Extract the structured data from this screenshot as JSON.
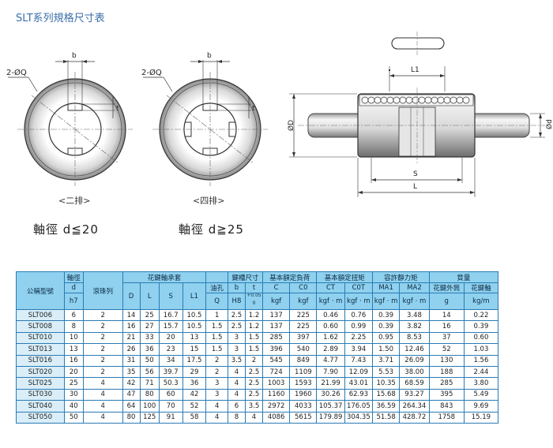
{
  "page": {
    "title": "SLT系列規格尺寸表"
  },
  "drawings": {
    "left_view": {
      "hole_label": "2-ØQ",
      "b": "b",
      "t": "t",
      "caption": "<二排>",
      "shaft": "軸徑 d≦20"
    },
    "mid_view": {
      "hole_label": "2-ØQ",
      "b": "b",
      "t": "t",
      "caption": "<四排>",
      "shaft": "軸徑 d≧25"
    },
    "side_view": {
      "L1": "L1",
      "S": "S",
      "L": "L",
      "OD": "ØD",
      "od": "Ød"
    }
  },
  "colors": {
    "header_bg": "#8fd1ee",
    "border": "#2a7bb4",
    "model_bg": "#d9eef8",
    "title": "#3a6ea8"
  },
  "table": {
    "h1": {
      "model": "公稱型號",
      "shaft": "軸徑",
      "balls": "滾珠列",
      "sleeve": "花鍵軸承套",
      "oil": "油孔",
      "key": "鍵槽尺寸",
      "load": "基本額定負荷",
      "torque": "基本額定扭矩",
      "moment": "容許靜力矩",
      "mass": "質量"
    },
    "h2": {
      "d": "d",
      "D": "D",
      "L": "L",
      "S": "S",
      "L1": "L1",
      "Q": "油孔",
      "b": "b",
      "t": "t",
      "C": "C",
      "C0": "C0",
      "CT": "CT",
      "C0T": "C0T",
      "MA1": "MA1",
      "MA2": "MA2",
      "m_outer": "花鍵外筒",
      "m_shaft": "花鍵軸"
    },
    "h3": {
      "d": "h7",
      "Q": "Q",
      "b": "H8",
      "t": "+0.05",
      "t2": "0",
      "C": "kgf",
      "C0": "kgf",
      "CT": "kgf · m",
      "C0T": "kgf · m",
      "MA1": "kgf · m",
      "MA2": "kgf · m",
      "m_outer": "g",
      "m_shaft": "kg/m"
    },
    "rows": [
      [
        "SLT006",
        "6",
        "2",
        "14",
        "25",
        "16.7",
        "10.5",
        "1",
        "2.5",
        "1.2",
        "137",
        "225",
        "0.46",
        "0.76",
        "0.39",
        "3.48",
        "14",
        "0.22"
      ],
      [
        "SLT008",
        "8",
        "2",
        "16",
        "27",
        "15.7",
        "10.5",
        "1.5",
        "2.5",
        "1.2",
        "137",
        "225",
        "0.60",
        "0.99",
        "0.39",
        "3.82",
        "16",
        "0.39"
      ],
      [
        "SLT010",
        "10",
        "2",
        "21",
        "33",
        "20",
        "13",
        "1.5",
        "3",
        "1.5",
        "285",
        "397",
        "1.62",
        "2.25",
        "0.95",
        "8.53",
        "37",
        "0.60"
      ],
      [
        "SLT013",
        "13",
        "2",
        "26",
        "36",
        "23",
        "15",
        "1.5",
        "3",
        "1.5",
        "396",
        "540",
        "2.89",
        "3.94",
        "1.50",
        "12.46",
        "52",
        "1.03"
      ],
      [
        "SLT016",
        "16",
        "2",
        "31",
        "50",
        "34",
        "17.5",
        "2",
        "3.5",
        "2",
        "545",
        "849",
        "4.77",
        "7.43",
        "3.71",
        "26.09",
        "130",
        "1.56"
      ],
      [
        "SLT020",
        "20",
        "2",
        "35",
        "56",
        "39.7",
        "29",
        "2",
        "4",
        "2.5",
        "724",
        "1109",
        "7.90",
        "12.09",
        "5.53",
        "38.00",
        "188",
        "2.44"
      ],
      [
        "SLT025",
        "25",
        "4",
        "42",
        "71",
        "50.3",
        "36",
        "3",
        "4",
        "2.5",
        "1003",
        "1593",
        "21.99",
        "43.01",
        "10.35",
        "68.59",
        "285",
        "3.80"
      ],
      [
        "SLT030",
        "30",
        "4",
        "47",
        "80",
        "60",
        "42",
        "3",
        "4",
        "2.5",
        "1160",
        "1960",
        "30.26",
        "62.93",
        "15.68",
        "93.27",
        "395",
        "5.49"
      ],
      [
        "SLT040",
        "40",
        "4",
        "64",
        "100",
        "70",
        "52",
        "4",
        "6",
        "3.5",
        "2972",
        "4033",
        "105.37",
        "176.05",
        "36.59",
        "264.34",
        "843",
        "9.69"
      ],
      [
        "SLT050",
        "50",
        "4",
        "80",
        "125",
        "91",
        "58",
        "4",
        "8",
        "4",
        "4086",
        "5615",
        "179.89",
        "304.35",
        "51.58",
        "428.72",
        "1758",
        "15.19"
      ]
    ]
  }
}
